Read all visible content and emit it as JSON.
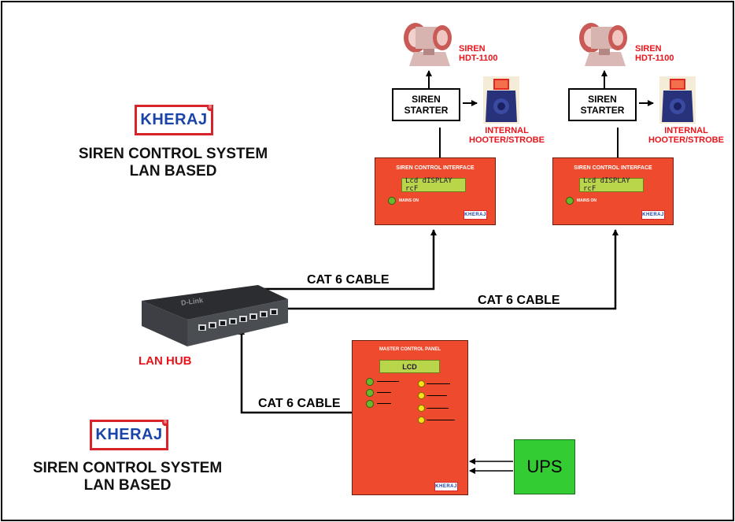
{
  "brand": {
    "logo_text": "KHERAJ",
    "trademark": "®"
  },
  "titles": {
    "top_line1": "SIREN CONTROL SYSTEM",
    "top_line2": "LAN BASED",
    "bottom_line1": "SIREN CONTROL SYSTEM",
    "bottom_line2": "LAN BASED"
  },
  "sirens": [
    {
      "name": "SIREN",
      "model": "HDT-1100"
    },
    {
      "name": "SIREN",
      "model": "HDT-1100"
    }
  ],
  "starters": [
    {
      "line1": "SIREN",
      "line2": "STARTER"
    },
    {
      "line1": "SIREN",
      "line2": "STARTER"
    }
  ],
  "hooters": [
    {
      "line1": "INTERNAL",
      "line2": "HOOTER/STROBE"
    },
    {
      "line1": "INTERNAL",
      "line2": "HOOTER/STROBE"
    }
  ],
  "interfaces": [
    {
      "title": "SIREN CONTROL INTERFACE",
      "lcd": "Lcd dISPLAY  rcF",
      "led_label": "MAINS ON",
      "logo": "KHERAJ"
    },
    {
      "title": "SIREN CONTROL INTERFACE",
      "lcd": "Lcd dISPLAY  rcF",
      "led_label": "MAINS ON",
      "logo": "KHERAJ"
    }
  ],
  "cables": {
    "cable1": "CAT 6 CABLE",
    "cable2": "CAT 6 CABLE",
    "cable3": "CAT 6 CABLE"
  },
  "hub": {
    "label": "LAN HUB",
    "brand": "D-Link"
  },
  "master": {
    "title": "MASTER CONTROL PANEL",
    "lcd": "LCD",
    "logo": "KHERAJ"
  },
  "ups": {
    "label": "UPS"
  },
  "colors": {
    "red_text": "#e8141b",
    "panel": "#ee4a2d",
    "ups": "#33cc33",
    "lcd": "#b9d64a"
  }
}
